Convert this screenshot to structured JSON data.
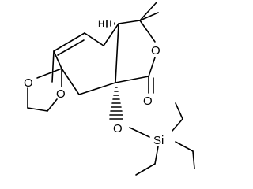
{
  "molecule": {
    "atoms": {
      "ring_o": "O",
      "carbonyl_o": "O",
      "ketal_o1": "O",
      "ketal_o2": "O",
      "ether_o": "O",
      "silicon": "Si",
      "stereo_h": "H"
    }
  },
  "colors": {
    "bond": "#000000",
    "label": "#000000",
    "background": "#ffffff"
  }
}
